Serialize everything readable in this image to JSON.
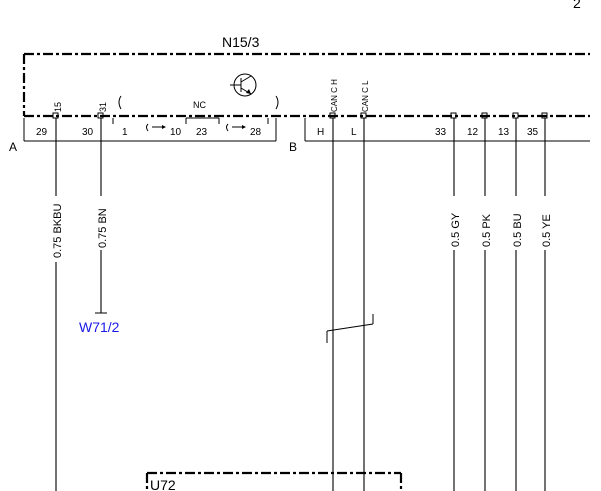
{
  "module": {
    "name": "N15/3",
    "internal_label": "NC",
    "transistor_icon": "transistor-icon",
    "switch_icon": "switch-contact-icon"
  },
  "connector_a": {
    "label": "A",
    "pins": [
      "29",
      "30",
      "1",
      "10",
      "23",
      "28"
    ],
    "internal_pins": [
      "15",
      "31"
    ]
  },
  "connector_b": {
    "label": "B",
    "pins": [
      "H",
      "L",
      "33",
      "12",
      "13",
      "35"
    ],
    "internal_pins": [
      "CAN C H",
      "CAN C L"
    ]
  },
  "wires": [
    {
      "id": "a29",
      "label": "0.75 BKBU"
    },
    {
      "id": "a30",
      "label": "0.75 BN"
    },
    {
      "id": "b33",
      "label": "0.5 GY"
    },
    {
      "id": "b12",
      "label": "0.5 PK"
    },
    {
      "id": "b13",
      "label": "0.5 BU"
    },
    {
      "id": "b35",
      "label": "0.5 YE"
    }
  ],
  "ground_ref": "W71/2",
  "bottom_module": "U72",
  "corner_mark": "2",
  "colors": {
    "line": "#000000",
    "reference_link": "#1a1ae6"
  }
}
